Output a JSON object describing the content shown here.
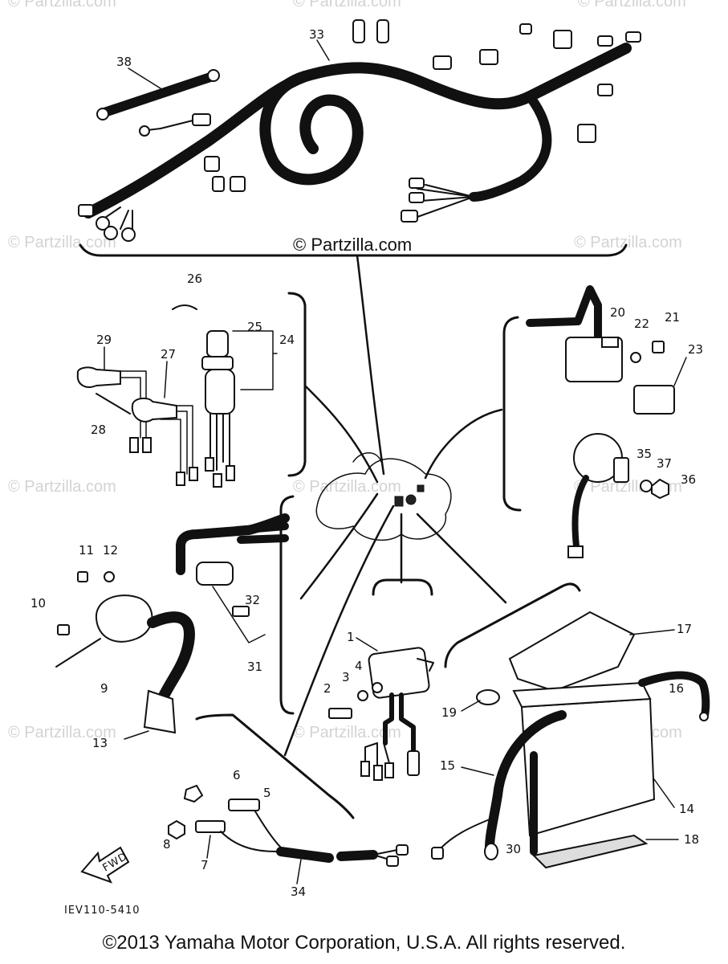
{
  "watermarks": {
    "center": "© Partzilla.com",
    "faint": "© Partzilla.com"
  },
  "diagram": {
    "code": "IEV110-5410",
    "fwd_label": "FWD",
    "callouts": {
      "c1": "1",
      "c2": "2",
      "c3": "3",
      "c4": "4",
      "c5": "5",
      "c6": "6",
      "c7": "7",
      "c8": "8",
      "c9": "9",
      "c10": "10",
      "c11": "11",
      "c12": "12",
      "c13": "13",
      "c14": "14",
      "c15": "15",
      "c16": "16",
      "c17": "17",
      "c18": "18",
      "c19": "19",
      "c20": "20",
      "c21": "21",
      "c22": "22",
      "c23": "23",
      "c24": "24",
      "c25": "25",
      "c26": "26",
      "c27": "27",
      "c28": "28",
      "c29": "29",
      "c30": "30",
      "c31": "31",
      "c32": "32",
      "c33": "33",
      "c34": "34",
      "c35": "35",
      "c36": "36",
      "c37": "37",
      "c38": "38"
    }
  },
  "footer": {
    "copyright": "©2013 Yamaha Motor Corporation, U.S.A. All rights reserved."
  }
}
